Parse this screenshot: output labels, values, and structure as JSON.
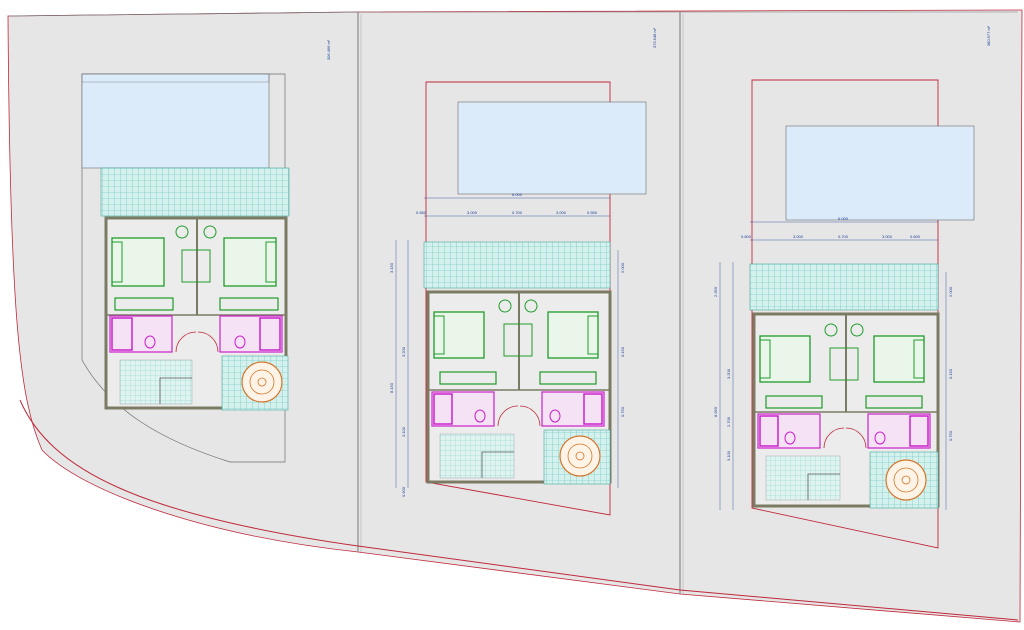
{
  "plots": [
    {
      "area_label": "306.466 m²",
      "dims_top": [],
      "dims_mid": [],
      "dims_left": []
    },
    {
      "area_label": "373.648 m²",
      "dims_top": [
        "6.000",
        "0.550",
        "3.000",
        "0.700",
        "3.000",
        "0.550"
      ],
      "dims_mid": [
        "3.300",
        "3.300",
        "3.500",
        "0.100",
        "2.700",
        "0.900"
      ],
      "dims_left": [
        "3.150",
        "2.000",
        "3.200",
        "0.150",
        "8.150",
        "0.900",
        "3.100",
        "0.750"
      ]
    },
    {
      "area_label": "380.577 m²",
      "dims_top": [
        "6.000",
        "0.600",
        "3.000",
        "0.700",
        "3.000",
        "0.600"
      ],
      "dims_mid": [
        "3.000",
        "3.300",
        "3.050",
        "0.100",
        "2.700",
        "0.900"
      ],
      "dims_left": [
        "2.350",
        "2.000",
        "3.200",
        "0.150",
        "8.950",
        "2.700",
        "3.100",
        "0.750"
      ]
    }
  ],
  "colors": {
    "plot_fill": "#e6e6e6",
    "boundary": "#c0283a",
    "outline": "#6d6d6d",
    "pool": "#dcebfa",
    "deck": "#a9ded8",
    "wall": "#7b7b63",
    "furniture": "#1f9d2a",
    "bathroom": "#cc22cc",
    "dimension": "#1a3d99",
    "stair": "#d4772c"
  }
}
